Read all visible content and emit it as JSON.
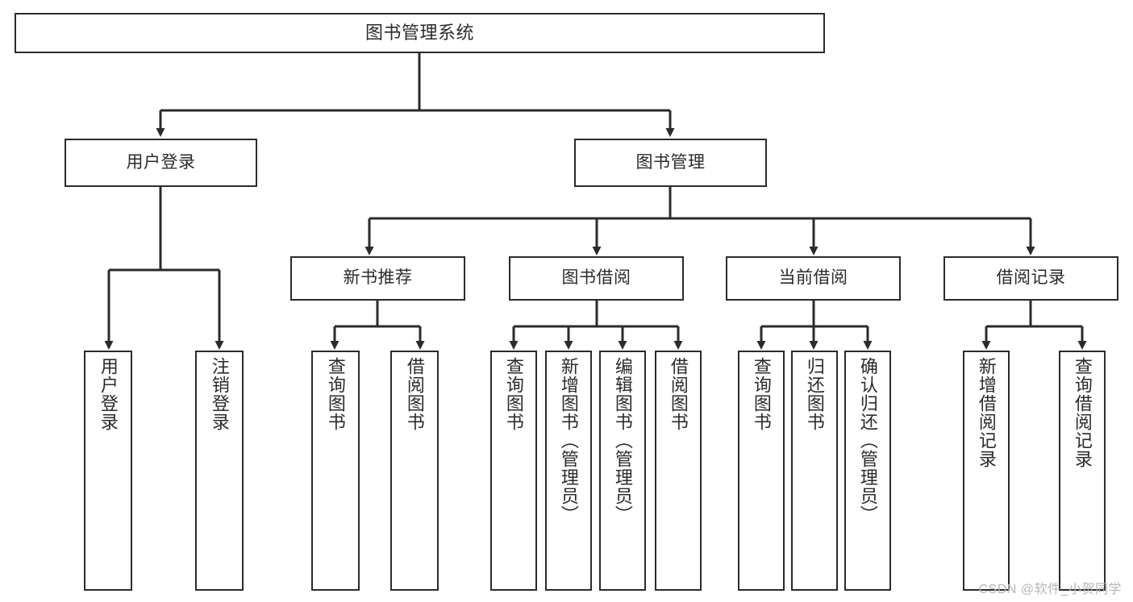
{
  "diagram": {
    "type": "tree-hierarchy",
    "title": "图书管理系统",
    "root": {
      "label": "图书管理系统"
    },
    "level1": [
      {
        "label": "用户登录"
      },
      {
        "label": "图书管理"
      }
    ],
    "level2": [
      {
        "label": "新书推荐"
      },
      {
        "label": "图书借阅"
      },
      {
        "label": "当前借阅"
      },
      {
        "label": "借阅记录"
      }
    ],
    "leaves": {
      "user_login": [
        {
          "label": "用户登录"
        },
        {
          "label": "注销登录"
        }
      ],
      "new_book_recommend": [
        {
          "label": "查询图书"
        },
        {
          "label": "借阅图书"
        }
      ],
      "book_borrow": [
        {
          "label": "查询图书"
        },
        {
          "label": "新增图书（管理员）"
        },
        {
          "label": "编辑图书（管理员）"
        },
        {
          "label": "借阅图书"
        }
      ],
      "current_borrow": [
        {
          "label": "查询图书"
        },
        {
          "label": "归还图书"
        },
        {
          "label": "确认归还（管理员）"
        }
      ],
      "borrow_record": [
        {
          "label": "新增借阅记录"
        },
        {
          "label": "查询借阅记录"
        }
      ]
    }
  },
  "watermark": {
    "text": "CSDN @软件_小贺同学"
  },
  "colors": {
    "stroke": "#2b2b2b",
    "text": "#2b2b2b",
    "background": "#ffffff",
    "watermark": "#b7b7b7"
  }
}
